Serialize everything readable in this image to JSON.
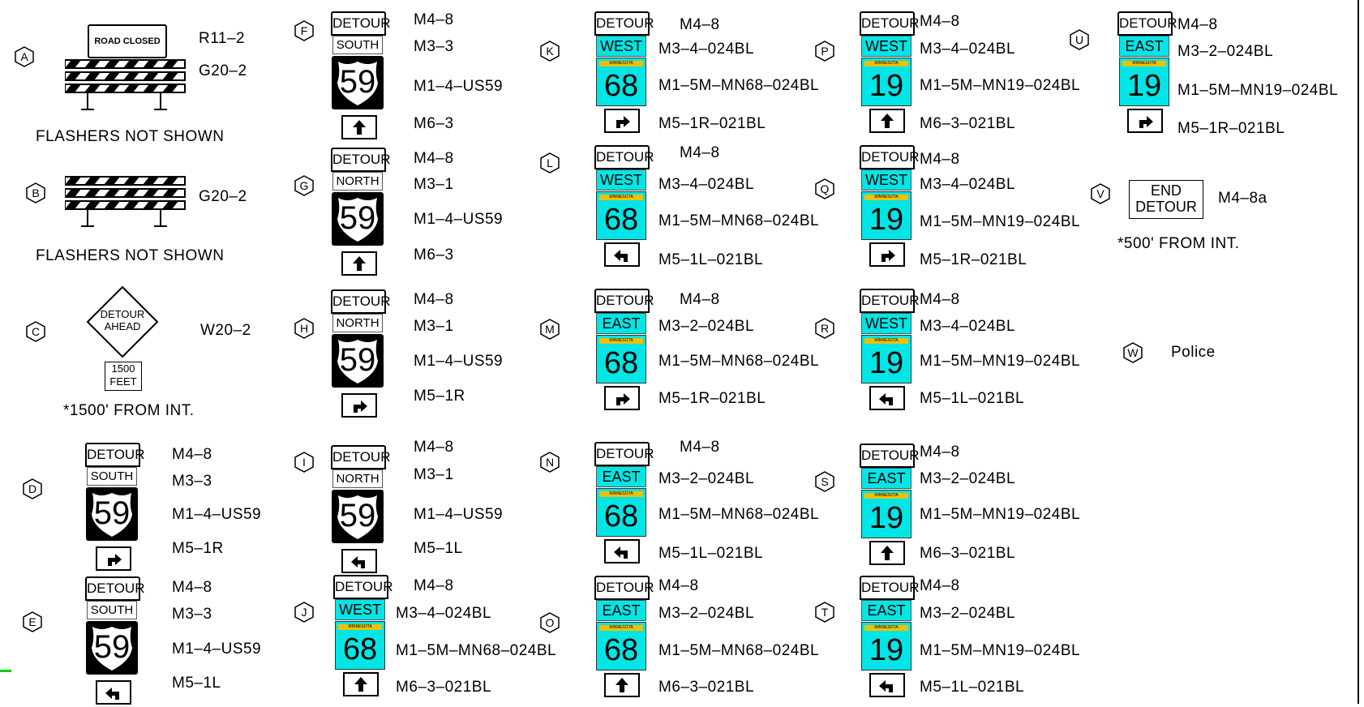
{
  "signs": {
    "A": {
      "letter": "A",
      "box": "ROAD CLOSED",
      "code1": "R11–2",
      "code2": "G20–2",
      "note": "FLASHERS  NOT  SHOWN"
    },
    "B": {
      "letter": "B",
      "code1": "G20–2",
      "note": "FLASHERS  NOT  SHOWN"
    },
    "C": {
      "letter": "C",
      "diamond1": "DETOUR",
      "diamond2": "AHEAD",
      "plaque1": "1500",
      "plaque2": "FEET",
      "code1": "W20–2",
      "note": "*1500'  FROM  INT."
    },
    "D": {
      "letter": "D",
      "tab": "DETOUR",
      "dir": "SOUTH",
      "route": "59",
      "codes": [
        "M4–8",
        "M3–3",
        "M1–4–US59",
        "M5–1R"
      ]
    },
    "E": {
      "letter": "E",
      "tab": "DETOUR",
      "dir": "SOUTH",
      "route": "59",
      "codes": [
        "M4–8",
        "M3–3",
        "M1–4–US59",
        "M5–1L"
      ]
    },
    "F": {
      "letter": "F",
      "tab": "DETOUR",
      "dir": "SOUTH",
      "route": "59",
      "codes": [
        "M4–8",
        "M3–3",
        "M1–4–US59",
        "M6–3"
      ]
    },
    "G": {
      "letter": "G",
      "tab": "DETOUR",
      "dir": "NORTH",
      "route": "59",
      "codes": [
        "M4–8",
        "M3–1",
        "M1–4–US59",
        "M6–3"
      ]
    },
    "H": {
      "letter": "H",
      "tab": "DETOUR",
      "dir": "NORTH",
      "route": "59",
      "codes": [
        "M4–8",
        "M3–1",
        "M1–4–US59",
        "M5–1R"
      ]
    },
    "I": {
      "letter": "I",
      "tab": "DETOUR",
      "dir": "NORTH",
      "route": "59",
      "codes": [
        "M4–8",
        "M3–1",
        "M1–4–US59",
        "M5–1L"
      ]
    },
    "J": {
      "letter": "J",
      "tab": "DETOUR",
      "dir": "WEST",
      "route": "68",
      "codes": [
        "M4–8",
        "M3–4–024BL",
        "M1–5M–MN68–024BL",
        "M6–3–021BL"
      ]
    },
    "K": {
      "letter": "K",
      "tab": "DETOUR",
      "dir": "WEST",
      "route": "68",
      "codes": [
        "M4–8",
        "M3–4–024BL",
        "M1–5M–MN68–024BL",
        "M5–1R–021BL"
      ]
    },
    "L": {
      "letter": "L",
      "tab": "DETOUR",
      "dir": "WEST",
      "route": "68",
      "codes": [
        "M4–8",
        "M3–4–024BL",
        "M1–5M–MN68–024BL",
        "M5–1L–021BL"
      ]
    },
    "M": {
      "letter": "M",
      "tab": "DETOUR",
      "dir": "EAST",
      "route": "68",
      "codes": [
        "M4–8",
        "M3–2–024BL",
        "M1–5M–MN68–024BL",
        "M5–1R–021BL"
      ]
    },
    "N": {
      "letter": "N",
      "tab": "DETOUR",
      "dir": "EAST",
      "route": "68",
      "codes": [
        "M4–8",
        "M3–2–024BL",
        "M1–5M–MN68–024BL",
        "M5–1L–021BL"
      ]
    },
    "O": {
      "letter": "O",
      "tab": "DETOUR",
      "dir": "EAST",
      "route": "68",
      "codes": [
        "M4–8",
        "M3–2–024BL",
        "M1–5M–MN68–024BL",
        "M6–3–021BL"
      ]
    },
    "P": {
      "letter": "P",
      "tab": "DETOUR",
      "dir": "WEST",
      "route": "19",
      "codes": [
        "M4–8",
        "M3–4–024BL",
        "M1–5M–MN19–024BL",
        "M6–3–021BL"
      ]
    },
    "Q": {
      "letter": "Q",
      "tab": "DETOUR",
      "dir": "WEST",
      "route": "19",
      "codes": [
        "M4–8",
        "M3–4–024BL",
        "M1–5M–MN19–024BL",
        "M5–1R–021BL"
      ]
    },
    "R": {
      "letter": "R",
      "tab": "DETOUR",
      "dir": "WEST",
      "route": "19",
      "codes": [
        "M4–8",
        "M3–4–024BL",
        "M1–5M–MN19–024BL",
        "M5–1L–021BL"
      ]
    },
    "S": {
      "letter": "S",
      "tab": "DETOUR",
      "dir": "EAST",
      "route": "19",
      "codes": [
        "M4–8",
        "M3–2–024BL",
        "M1–5M–MN19–024BL",
        "M6–3–021BL"
      ]
    },
    "T": {
      "letter": "T",
      "tab": "DETOUR",
      "dir": "EAST",
      "route": "19",
      "codes": [
        "M4–8",
        "M3–2–024BL",
        "M1–5M–MN19–024BL",
        "M5–1L–021BL"
      ]
    },
    "U": {
      "letter": "U",
      "tab": "DETOUR",
      "dir": "EAST",
      "route": "19",
      "codes": [
        "M4–8",
        "M3–2–024BL",
        "M1–5M–MN19–024BL",
        "M5–1R–021BL"
      ]
    },
    "V": {
      "letter": "V",
      "line1": "END",
      "line2": "DETOUR",
      "code1": "M4–8a",
      "note": "*500'  FROM  INT."
    },
    "W": {
      "letter": "W",
      "label": "Police"
    }
  },
  "minnesota_band": "MINNESOTA",
  "colors": {
    "mn_sign": "#00e5e5",
    "mn_band": "#f0c000",
    "ink": "#000000",
    "accent_green": "#00cc00"
  }
}
